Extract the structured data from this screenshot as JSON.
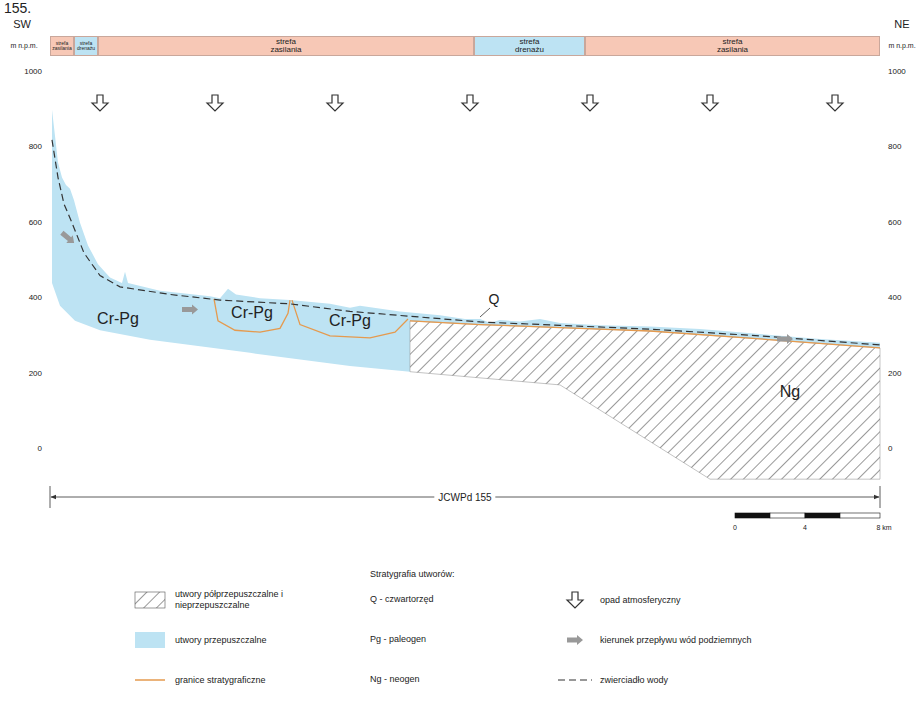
{
  "diagram": {
    "nodes": [
      {
        "text": [
          "strefa zasilania"
        ]
      },
      {
        "text": [
          "strefa drenażu"
        ]
      },
      {
        "text": [
          "strefa zasilania"
        ]
      },
      {
        "text": [
          "strefa drenażu"
        ]
      },
      {
        "text": [
          "strefa zasilania"
        ]
      }
    ],
    "labels": [
      "155.",
      "SW",
      "NE",
      "m n.p.m.",
      "m n.p.m.",
      "1000",
      "800",
      "600",
      "400",
      "200",
      "0",
      "1000",
      "800",
      "600",
      "400",
      "200",
      "0",
      "Cr-Pg",
      "Cr-Pg",
      "Cr-Pg",
      "Q",
      "Ng",
      "JCWPd 155",
      "0",
      "4",
      "8 km",
      "Stratygrafia utworów:",
      "Q - czwartorzęd",
      "Pg - paleogen",
      "Ng - neogen"
    ],
    "legend": [
      {
        "text": "utwory półprzepuszczalne i nieprzepuszczalne"
      },
      {
        "text": "utwory przepuszczalne",
        "color": "#bde3f3"
      },
      {
        "text": "granice stratygraficzne"
      },
      {
        "text": "opad atmosferyczny"
      },
      {
        "text": "kierunek przepływu wód podziemnych"
      },
      {
        "text": "zwierciadło wody"
      }
    ]
  }
}
